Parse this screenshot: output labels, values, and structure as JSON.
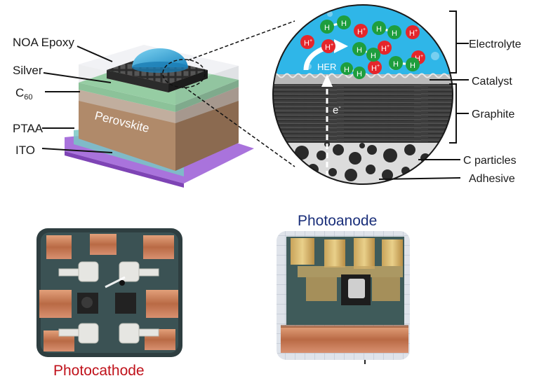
{
  "device_labels": {
    "noa_epoxy": "NOA Epoxy",
    "silver": "Silver",
    "c60_base": "C",
    "c60_sub": "60",
    "ptaa": "PTAA",
    "ito": "ITO",
    "perovskite": "Perovskite"
  },
  "zoom_labels": {
    "electrolyte": "Electrolyte",
    "catalyst": "Catalyst",
    "graphite": "Graphite",
    "c_particles": "C particles",
    "adhesive": "Adhesive",
    "her": "HER",
    "electron": "e",
    "electron_sup": "-"
  },
  "ions": {
    "proton": "H",
    "proton_sup": "+",
    "hydrogen": "H"
  },
  "photos": {
    "cathode_caption": "Photocathode",
    "anode_caption": "Photoanode"
  },
  "colors": {
    "cathode_caption": "#c0121b",
    "anode_caption": "#1a2f7a",
    "electrolyte": "#2fb6e8",
    "proton": "#e5262b",
    "hydrogen": "#1e9e3e",
    "perovskite": "#a9876a",
    "c60": "#5bb86a",
    "ito": "#9a5fd0"
  }
}
